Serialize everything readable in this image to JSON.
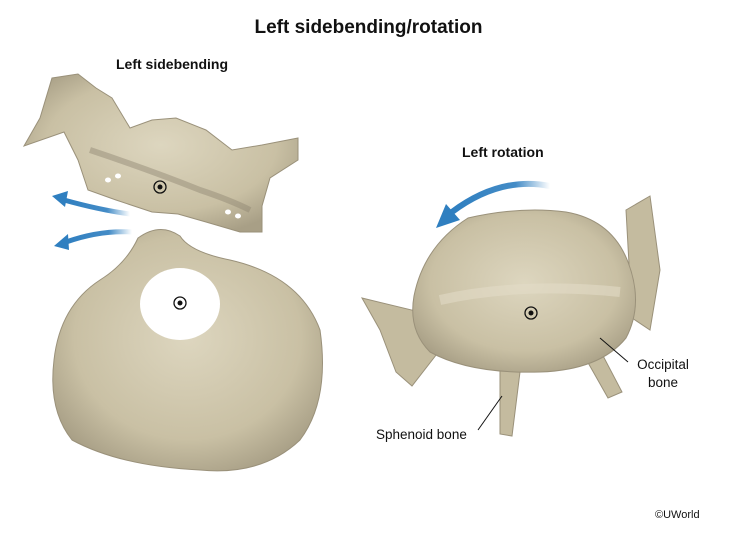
{
  "title": "Left sidebending/rotation",
  "panels": {
    "left": {
      "heading": "Left sidebending"
    },
    "right": {
      "heading": "Left rotation"
    }
  },
  "labels": {
    "occipital_line1": "Occipital",
    "occipital_line2": "bone",
    "sphenoid": "Sphenoid bone"
  },
  "copyright": "©UWorld",
  "colors": {
    "bone": "#cbc3a8",
    "bone_shadow": "#8f8670",
    "bone_highlight": "#e3ddc9",
    "arrow_blue": "#2f7fc0",
    "text": "#111111"
  },
  "icons": [
    "rotation-axis-icon",
    "curved-arrow-icon"
  ]
}
